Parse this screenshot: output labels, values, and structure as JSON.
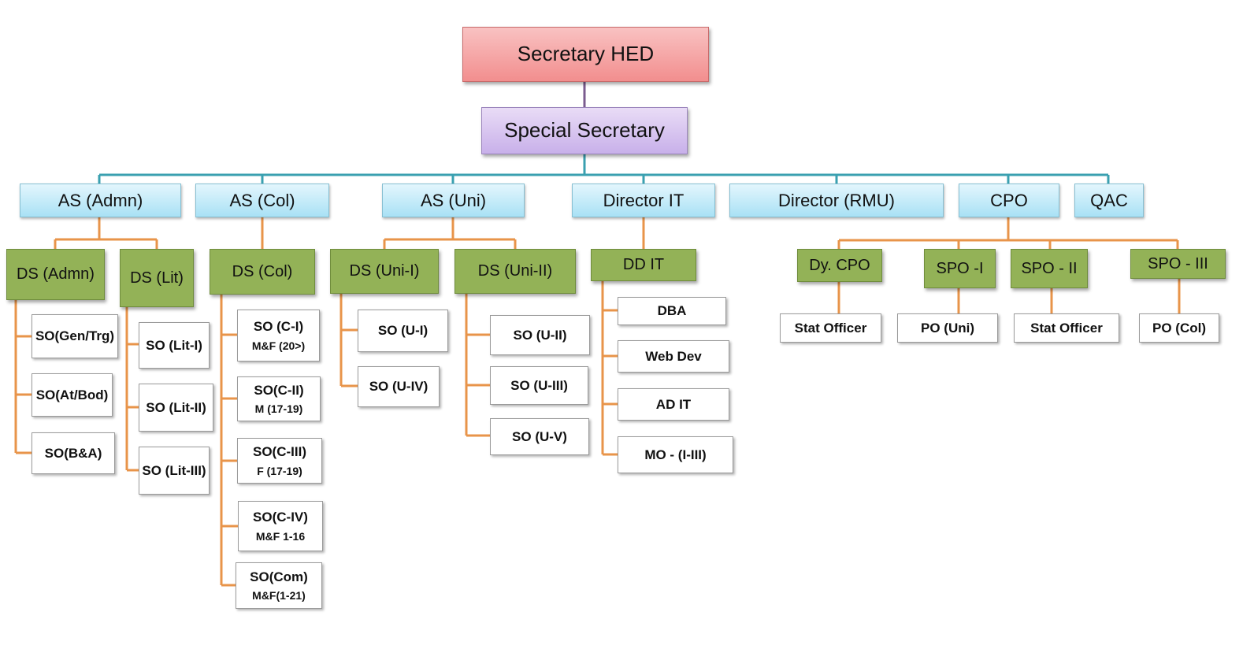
{
  "nodes": {
    "secretary_hed": "Secretary HED",
    "special_secretary": "Special Secretary",
    "as_admn": "AS (Admn)",
    "as_col": "AS (Col)",
    "as_uni": "AS (Uni)",
    "director_it": "Director IT",
    "director_rmu": "Director (RMU)",
    "cpo": "CPO",
    "qac": "QAC",
    "ds_admn": "DS (Admn)",
    "ds_lit": "DS (Lit)",
    "ds_col": "DS (Col)",
    "ds_uni_1": "DS (Uni-I)",
    "ds_uni_2": "DS (Uni-II)",
    "dd_it": "DD IT",
    "dy_cpo": "Dy. CPO",
    "spo_1": "SPO -I",
    "spo_2": "SPO - II",
    "spo_3": "SPO - III",
    "so_gen_trg": "SO(Gen/Trg)",
    "so_at_bod": "SO(At/Bod)",
    "so_b_a": "SO(B&A)",
    "so_lit_1": "SO (Lit-I)",
    "so_lit_2": "SO (Lit-II)",
    "so_lit_3": "SO (Lit-III)",
    "so_c1": "SO (C-I)",
    "so_c1_sub": "M&F (20>)",
    "so_c2": "SO(C-II)",
    "so_c2_sub": "M (17-19)",
    "so_c3": "SO(C-III)",
    "so_c3_sub": "F (17-19)",
    "so_c4": "SO(C-IV)",
    "so_c4_sub": "M&F 1-16",
    "so_com": "SO(Com)",
    "so_com_sub": "M&F(1-21)",
    "so_u1": "SO (U-I)",
    "so_u4": "SO (U-IV)",
    "so_u2": "SO (U-II)",
    "so_u3": "SO (U-III)",
    "so_u5": "SO (U-V)",
    "dba": "DBA",
    "web_dev": "Web Dev",
    "ad_it": "AD IT",
    "mo": "MO - (I-III)",
    "stat_officer_1": "Stat Officer",
    "po_uni": "PO (Uni)",
    "stat_officer_2": "Stat Officer",
    "po_col": "PO (Col)"
  },
  "colors": {
    "top_connector": "#7b5c8f",
    "level2_connector": "#3aa0b0",
    "branch_connector": "#e8944a"
  }
}
